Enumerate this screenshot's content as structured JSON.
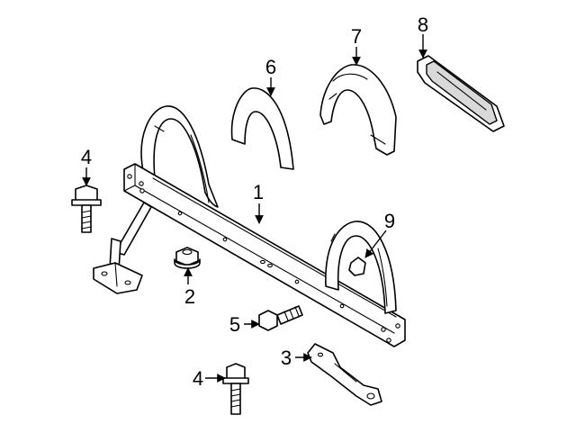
{
  "diagram": {
    "callouts": [
      {
        "id": "1",
        "part": "roll-bar-frame"
      },
      {
        "id": "2",
        "part": "nut"
      },
      {
        "id": "3",
        "part": "bracket"
      },
      {
        "id": "4",
        "part": "bolt-upper"
      },
      {
        "id": "5",
        "part": "bolt-center"
      },
      {
        "id": "6",
        "part": "trim-cover"
      },
      {
        "id": "7",
        "part": "padded-cover"
      },
      {
        "id": "8",
        "part": "bezel"
      },
      {
        "id": "9",
        "part": "clip"
      },
      {
        "id": "4",
        "part": "bolt-lower"
      }
    ]
  },
  "colors": {
    "line": "#000000",
    "background": "#ffffff",
    "shading": "#d9d9d9"
  }
}
